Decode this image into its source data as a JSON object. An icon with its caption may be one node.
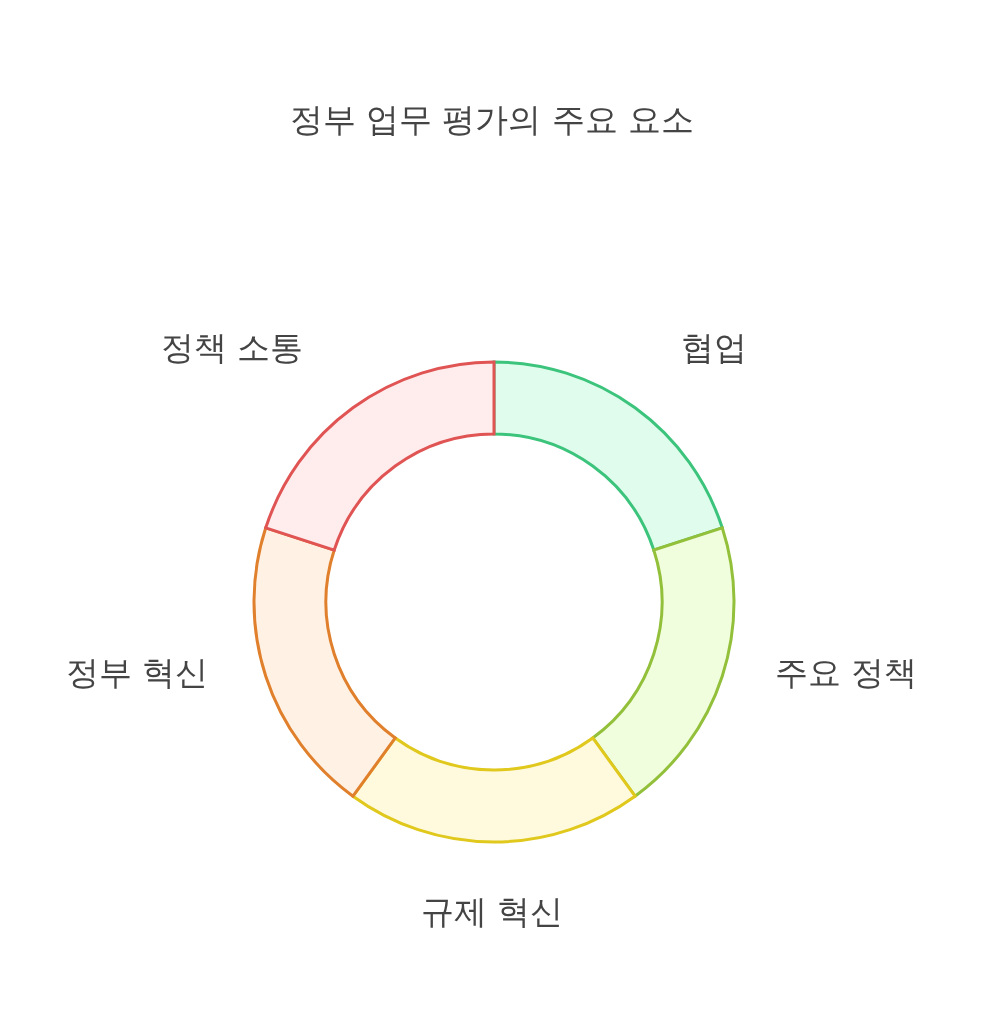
{
  "diagram": {
    "title": "정부 업무 평가의 주요 요소",
    "nodes": [
      {
        "text": [
          "협업"
        ]
      },
      {
        "text": [
          "주요 정책"
        ]
      },
      {
        "text": [
          "규제 혁신"
        ]
      },
      {
        "text": [
          "정부 혁신"
        ]
      },
      {
        "text": [
          "정책 소통"
        ]
      }
    ]
  }
}
